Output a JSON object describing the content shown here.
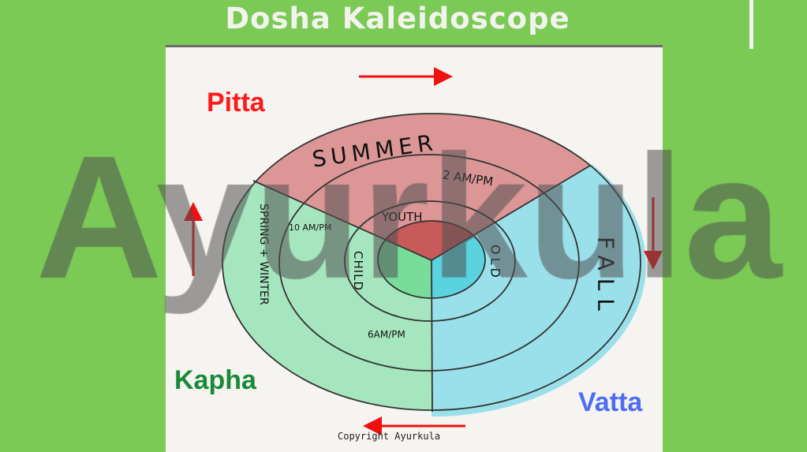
{
  "title": "Dosha Kaleidoscope",
  "watermark": "Ayurkula",
  "doshas": {
    "pitta": "Pitta",
    "kapha": "Kapha",
    "vatta": "Vatta"
  },
  "colors": {
    "pitta": "#ff1a1a",
    "kapha": "#1a8a3a",
    "vatta": "#4f6cf5",
    "background": "#7aca55"
  },
  "seasons": {
    "summer": "SUMMER",
    "spring_winter": "SPRING + WINTER",
    "fall": "FALL"
  },
  "times": {
    "t2": "2 AM/PM",
    "t10": "10 AM/PM",
    "t6": "6AM/PM"
  },
  "ages": {
    "youth": "YOUTH",
    "child": "CHILD",
    "old": "OLD"
  },
  "copyright": "Copyright Ayurkula"
}
